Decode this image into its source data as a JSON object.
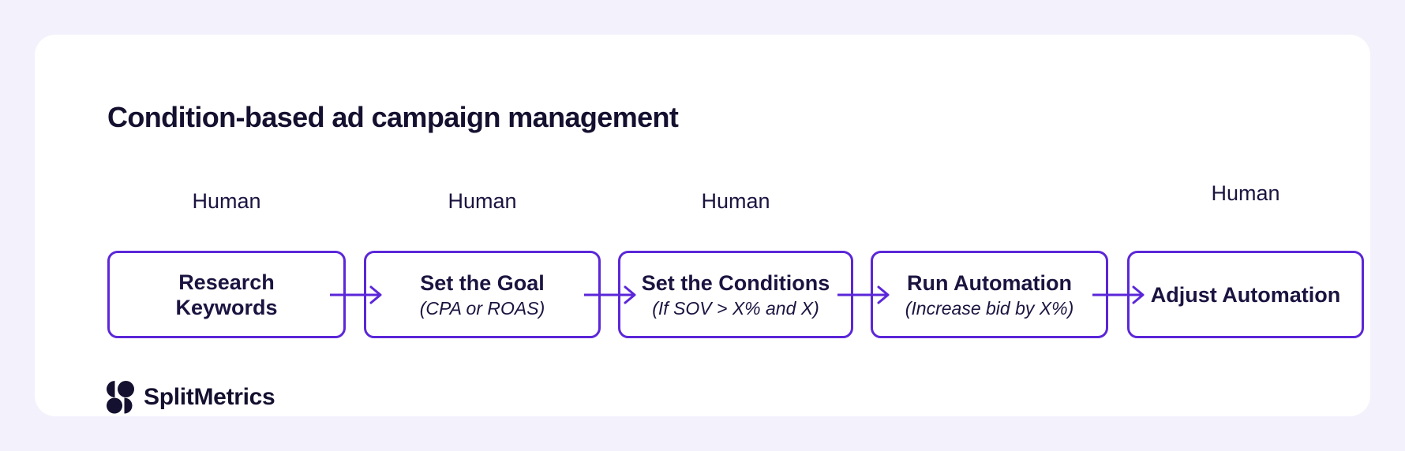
{
  "page": {
    "title": "Condition-based ad campaign management"
  },
  "stages": [
    {
      "actor": "Human",
      "title": "Research\nKeywords"
    },
    {
      "actor": "Human",
      "title": "Set the Goal",
      "subtitle": "(CPA or ROAS)"
    },
    {
      "actor": "Human",
      "title": "Set the Conditions",
      "subtitle": "(If SOV > X% and X)"
    },
    {
      "title": "Run Automation",
      "subtitle": "(Increase bid by X%)"
    },
    {
      "actor": "Human",
      "title": "Adjust Automation"
    }
  ],
  "brand": {
    "name": "SplitMetrics"
  },
  "icons": {
    "brand_logo": "splitmetrics-logo-icon",
    "connector": "right-arrow-icon"
  },
  "colors": {
    "accent_purple": "#5B27D8",
    "text_navy": "#1B1440",
    "page_background": "#F3F1FB",
    "card_background": "#FFFFFF"
  }
}
